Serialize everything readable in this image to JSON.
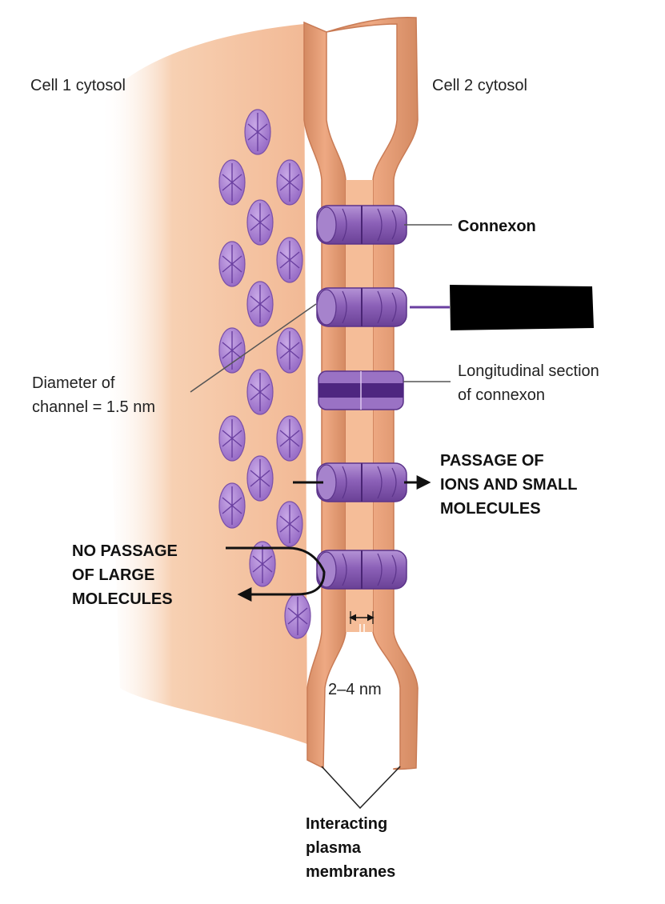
{
  "labels": {
    "cell1": "Cell 1 cytosol",
    "cell2": "Cell 2 cytosol",
    "connexon": "Connexon",
    "diameter_line1": "Diameter of",
    "diameter_line2": "channel = 1.5 nm",
    "longitudinal_line1": "Longitudinal section",
    "longitudinal_line2": "of connexon",
    "passage_line1": "PASSAGE OF",
    "passage_line2": "IONS AND SMALL",
    "passage_line3": "MOLECULES",
    "no_passage_line1": "NO PASSAGE",
    "no_passage_line2": "OF LARGE",
    "no_passage_line3": "MOLECULES",
    "gap": "2–4 nm",
    "membranes_line1": "Interacting",
    "membranes_line2": "plasma",
    "membranes_line3": "membranes"
  },
  "colors": {
    "membrane_tan": "#e8a57e",
    "membrane_edge": "#c97b55",
    "cytosol_peach": "#f6c6a2",
    "connexon_purple": "#8d62b8",
    "connexon_light": "#b795d8",
    "connexon_dark": "#5b338a",
    "redaction": "#000000"
  }
}
